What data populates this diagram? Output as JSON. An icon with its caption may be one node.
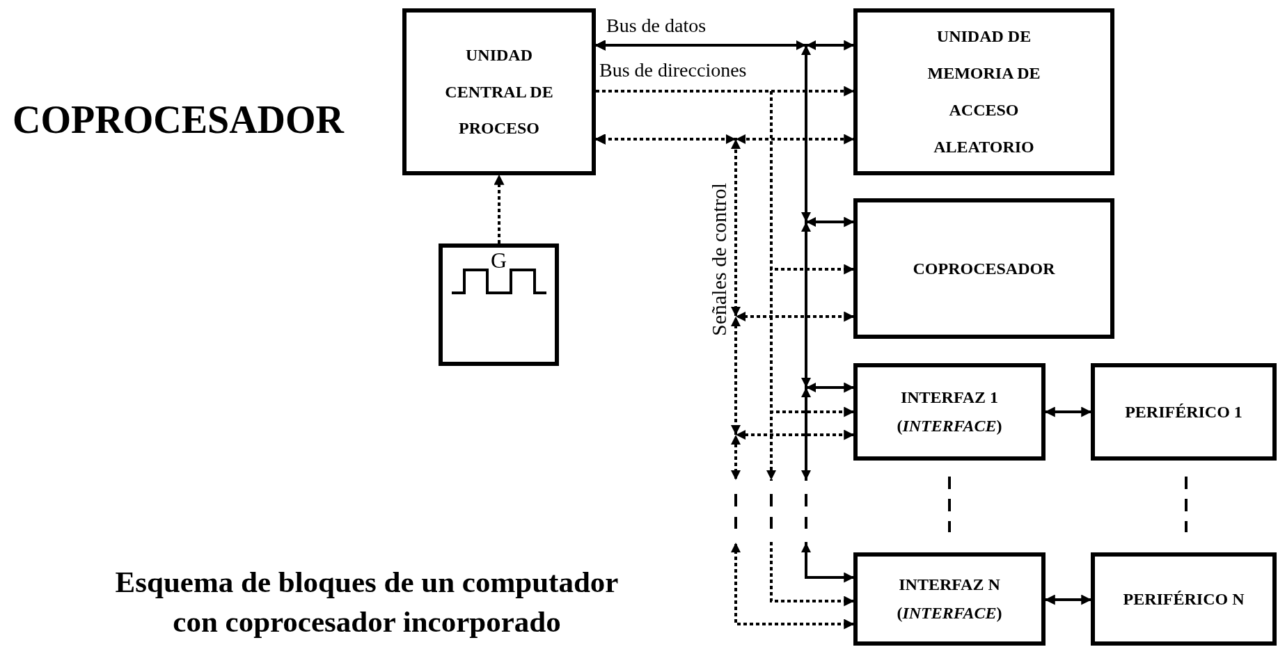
{
  "diagram": {
    "title": "COPROCESADOR",
    "caption": "Esquema de bloques de un computador con coprocesador incorporado",
    "nodes": [
      {
        "text": [
          "UNIDAD CENTRAL DE PROCESO"
        ]
      },
      {
        "text": [
          "G"
        ]
      },
      {
        "text": [
          "UNIDAD DE MEMORIA DE ACCESO ALEATORIO"
        ]
      },
      {
        "text": [
          "COPROCESADOR"
        ]
      },
      {
        "text": [
          "INTERFAZ 1",
          "(*INTERFACE*)"
        ]
      },
      {
        "text": [
          "PERIFÉRICO 1"
        ]
      },
      {
        "text": [
          "INTERFAZ N",
          "(*INTERFACE*)"
        ]
      },
      {
        "text": [
          "PERIFÉRICO N"
        ]
      }
    ],
    "edges": [
      {
        "from": 1,
        "to": 0,
        "arrow": "to",
        "style": "dashed"
      },
      {
        "from": 0,
        "to": 2,
        "arrow": "both",
        "label": "Bus de datos"
      },
      {
        "from": 0,
        "to": 3,
        "arrow": "both"
      },
      {
        "from": 0,
        "to": 4,
        "arrow": "both"
      },
      {
        "from": 0,
        "to": 6,
        "arrow": "both"
      },
      {
        "from": 0,
        "to": 2,
        "arrow": "to",
        "style": "dashed",
        "label": "Bus de direcciones"
      },
      {
        "from": 0,
        "to": 3,
        "arrow": "to",
        "style": "dashed"
      },
      {
        "from": 0,
        "to": 4,
        "arrow": "to",
        "style": "dashed"
      },
      {
        "from": 0,
        "to": 6,
        "arrow": "to",
        "style": "dashed"
      },
      {
        "from": 0,
        "to": 2,
        "arrow": "both",
        "style": "dashed"
      },
      {
        "from": 0,
        "to": 3,
        "arrow": "both",
        "style": "dashed",
        "label": "Señales de control"
      },
      {
        "from": 0,
        "to": 4,
        "arrow": "both",
        "style": "dashed"
      },
      {
        "from": 0,
        "to": 6,
        "arrow": "both",
        "style": "dashed"
      },
      {
        "from": 4,
        "to": 5,
        "arrow": "both"
      },
      {
        "from": 6,
        "to": 7,
        "arrow": "both"
      }
    ]
  }
}
